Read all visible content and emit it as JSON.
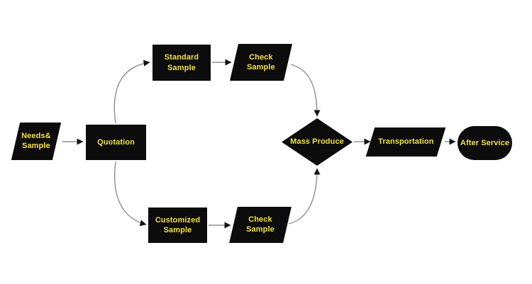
{
  "colors": {
    "background": "#ffffff",
    "node_fill": "#0c0c0c",
    "node_label": "#f0e13c",
    "connector": "#8e8e8e",
    "arrowhead": "#141414"
  },
  "flowchart": {
    "nodes": {
      "needs_sample": {
        "label": "Needs&\nSample",
        "shape": "parallelogram"
      },
      "quotation": {
        "label": "Quotation",
        "shape": "rectangle"
      },
      "standard_sample": {
        "label": "Standard\nSample",
        "shape": "rectangle"
      },
      "check_sample_top": {
        "label": "Check\nSample",
        "shape": "parallelogram"
      },
      "customized_sample": {
        "label": "Customized\nSample",
        "shape": "rectangle"
      },
      "check_sample_bottom": {
        "label": "Check\nSample",
        "shape": "parallelogram"
      },
      "mass_produce": {
        "label": "Mass Produce",
        "shape": "diamond"
      },
      "transportation": {
        "label": "Transportation",
        "shape": "parallelogram"
      },
      "after_service": {
        "label": "After Service",
        "shape": "stadium"
      }
    },
    "edges": [
      {
        "from": "needs_sample",
        "to": "quotation"
      },
      {
        "from": "quotation",
        "to": "standard_sample"
      },
      {
        "from": "quotation",
        "to": "customized_sample"
      },
      {
        "from": "standard_sample",
        "to": "check_sample_top"
      },
      {
        "from": "check_sample_top",
        "to": "mass_produce"
      },
      {
        "from": "customized_sample",
        "to": "check_sample_bottom"
      },
      {
        "from": "check_sample_bottom",
        "to": "mass_produce"
      },
      {
        "from": "mass_produce",
        "to": "transportation"
      },
      {
        "from": "transportation",
        "to": "after_service"
      }
    ]
  }
}
